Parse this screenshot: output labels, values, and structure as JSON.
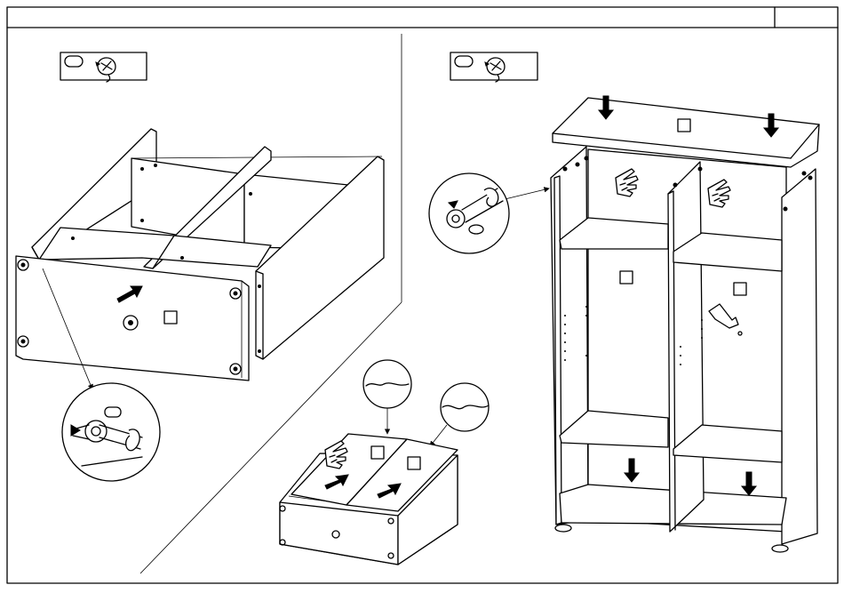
{
  "sheet": {
    "header_left_text": "",
    "header_right_text": "",
    "stroke_color": "#000000",
    "paper_color": "#ffffff"
  },
  "steps": [
    {
      "id": "left",
      "tool_icon": "cam-lock-screwdriver-icon",
      "part_label": ""
    },
    {
      "id": "right",
      "tool_icon": "cam-lock-screwdriver-icon",
      "part_label": ""
    }
  ],
  "callouts": {
    "left_cam_detail": "cam-lock-detail",
    "right_cam_detail": "cam-lock-detail",
    "drawer_zoom_1": "groove-detail",
    "drawer_zoom_2": "groove-detail"
  }
}
